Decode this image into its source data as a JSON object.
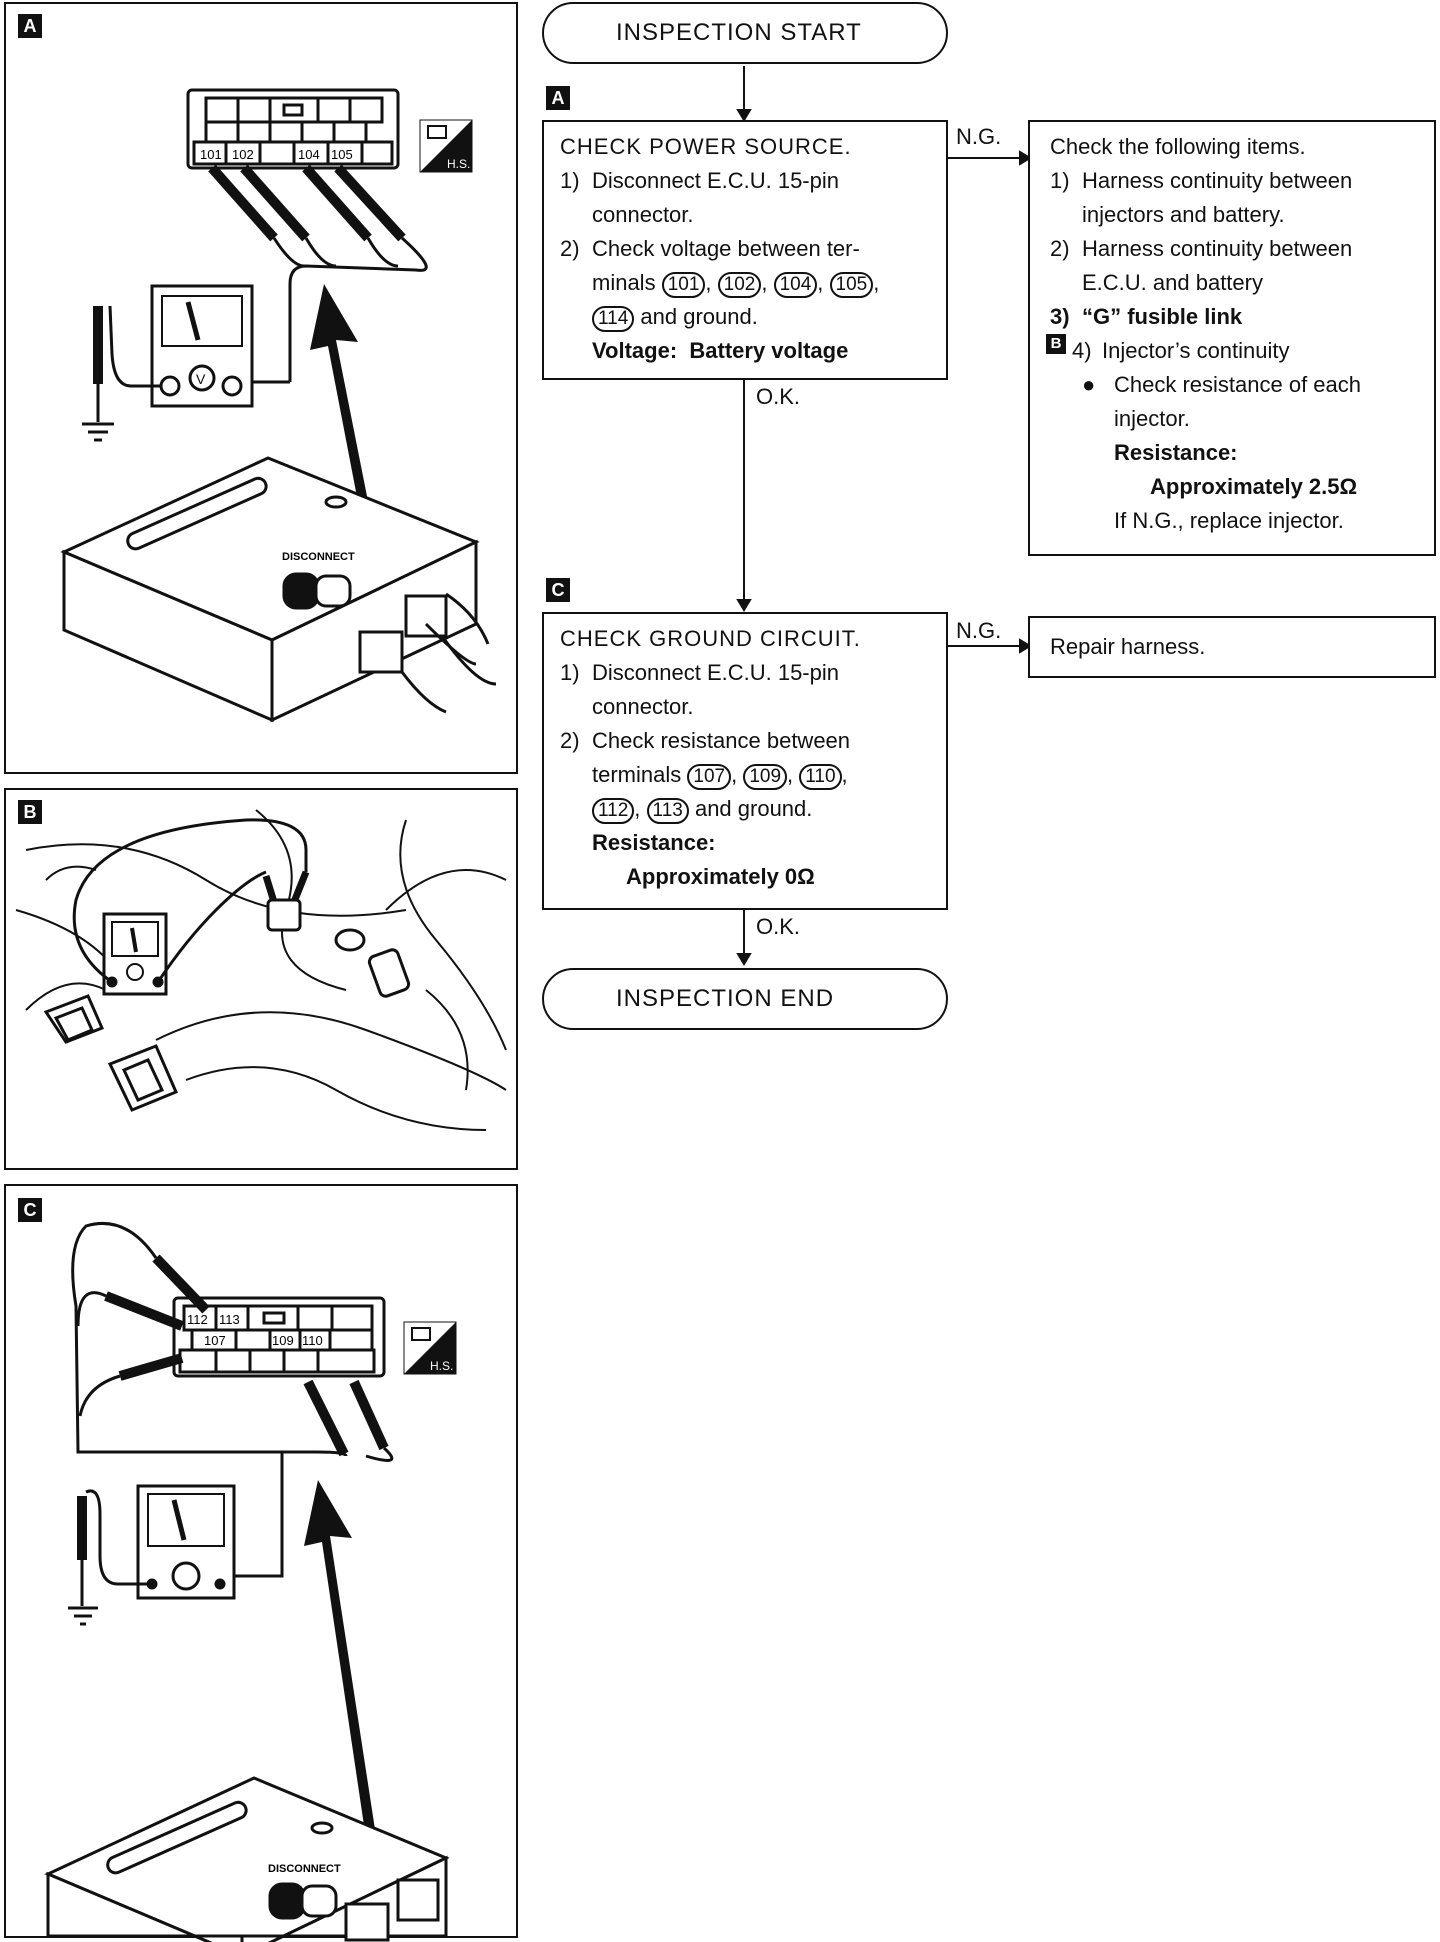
{
  "panels": {
    "a_tag": "A",
    "b_tag": "B",
    "c_tag": "C",
    "hs_label": "H.S.",
    "disconnect_label": "DISCONNECT",
    "a_terminals": [
      "101",
      "102",
      "104",
      "105"
    ],
    "c_terminals_top": [
      "112",
      "113"
    ],
    "c_terminals_bottom": [
      "107",
      "109",
      "110"
    ]
  },
  "flow": {
    "start": "INSPECTION START",
    "end": "INSPECTION END",
    "step_a_tag": "A",
    "step_c_tag": "C",
    "ng_label_1": "N.G.",
    "ng_label_2": "N.G.",
    "ok_label_1": "O.K.",
    "ok_label_2": "O.K.",
    "power": {
      "title": "CHECK POWER SOURCE.",
      "s1_num": "1)",
      "s1_text": "Disconnect E.C.U. 15-pin",
      "s1_cont": "connector.",
      "s2_num": "2)",
      "s2_text": "Check voltage between ter-",
      "s2_pre": "minals",
      "t1": "101",
      "t2": "102",
      "t3": "104",
      "t4": "105",
      "t5": "114",
      "s2_end": "and ground.",
      "spec_label": "Voltage:",
      "spec_value": "Battery voltage"
    },
    "items": {
      "title": "Check the following items.",
      "i1_num": "1)",
      "i1_text": "Harness continuity between",
      "i1_cont": "injectors and battery.",
      "i2_num": "2)",
      "i2_text": "Harness continuity between",
      "i2_cont": "E.C.U. and battery",
      "i3_num": "3)",
      "i3_text": "“G” fusible link",
      "i4_tag": "B",
      "i4_num": "4)",
      "i4_text": "Injector’s continuity",
      "bullet": "●",
      "b_text": "Check resistance of each",
      "b_cont": "injector.",
      "res_label": "Resistance:",
      "res_value": "Approximately 2.5Ω",
      "replace": "If N.G., replace injector."
    },
    "ground": {
      "title": "CHECK GROUND CIRCUIT.",
      "s1_num": "1)",
      "s1_text": "Disconnect E.C.U. 15-pin",
      "s1_cont": "connector.",
      "s2_num": "2)",
      "s2_text": "Check resistance between",
      "s2_pre": "terminals",
      "t1": "107",
      "t2": "109",
      "t3": "110",
      "t4": "112",
      "t5": "113",
      "s2_end": "and ground.",
      "res_label": "Resistance:",
      "res_value": "Approximately 0Ω"
    },
    "repair": "Repair harness."
  }
}
